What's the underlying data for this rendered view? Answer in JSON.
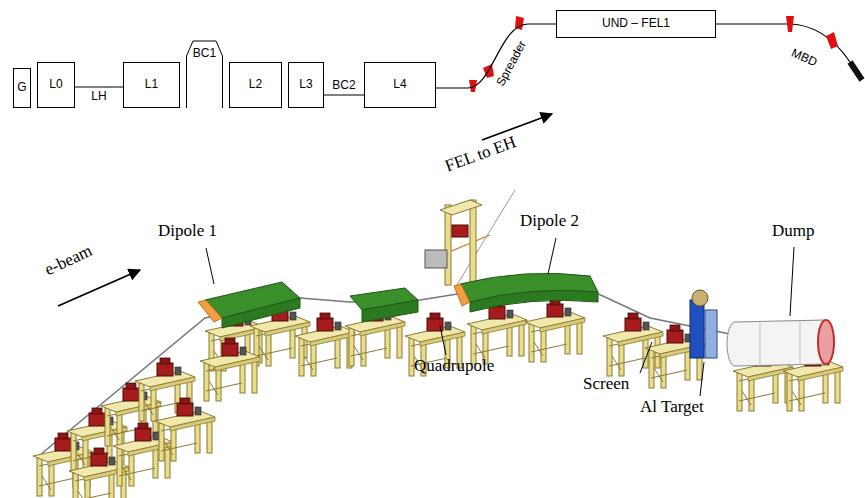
{
  "diagram": {
    "nodes": [
      {
        "text": [
          "G"
        ]
      },
      {
        "text": [
          "L0"
        ]
      },
      {
        "text": [
          "L1"
        ]
      },
      {
        "text": [
          "BC1"
        ]
      },
      {
        "text": [
          "L2"
        ]
      },
      {
        "text": [
          "L3"
        ]
      },
      {
        "text": [
          "L4"
        ]
      },
      {
        "text": [
          "UND – FEL1"
        ]
      }
    ],
    "edges": [
      {
        "from": 1,
        "to": 2,
        "label": "LH",
        "arrow": "none"
      },
      {
        "from": 5,
        "to": 6,
        "label": "BC2",
        "arrow": "none"
      },
      {
        "from": 6,
        "to": 7,
        "label": "Spreader",
        "arrow": "none"
      }
    ],
    "labels": [
      "MBD",
      "e-beam",
      "Dipole 1",
      "FEL to EH",
      "Dipole 2",
      "Quadrupole",
      "Screen",
      "Al Target",
      "Dump"
    ]
  }
}
